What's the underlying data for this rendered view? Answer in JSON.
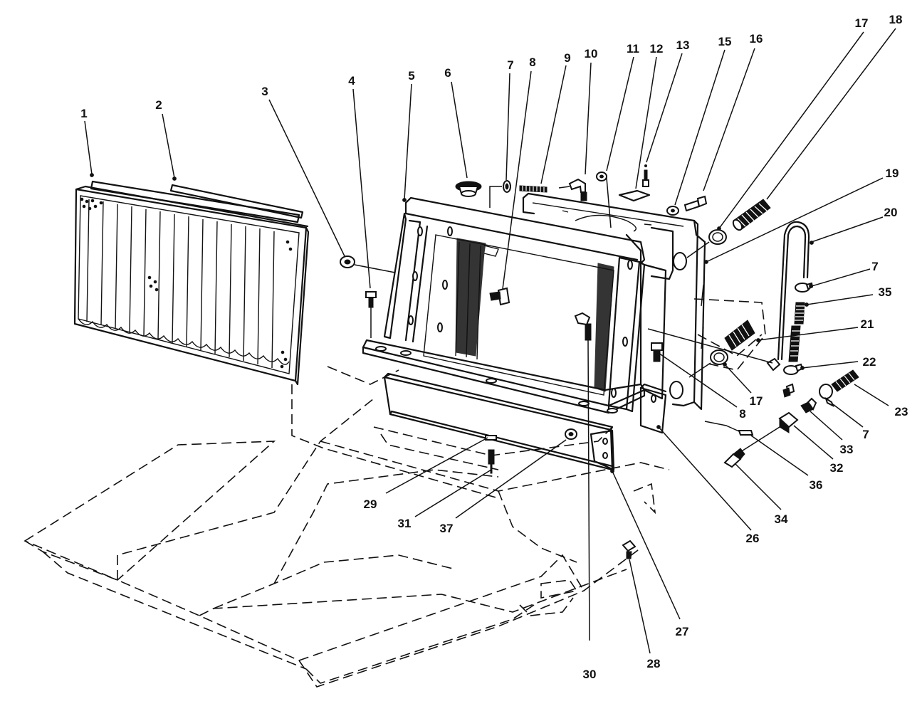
{
  "diagram": {
    "callouts": [
      {
        "id": "c1",
        "text": "1"
      },
      {
        "id": "c2",
        "text": "2"
      },
      {
        "id": "c3",
        "text": "3"
      },
      {
        "id": "c4",
        "text": "4"
      },
      {
        "id": "c5",
        "text": "5"
      },
      {
        "id": "c6",
        "text": "6"
      },
      {
        "id": "c7a",
        "text": "7"
      },
      {
        "id": "c8a",
        "text": "8"
      },
      {
        "id": "c9",
        "text": "9"
      },
      {
        "id": "c10",
        "text": "10"
      },
      {
        "id": "c11",
        "text": "11"
      },
      {
        "id": "c12",
        "text": "12"
      },
      {
        "id": "c13",
        "text": "13"
      },
      {
        "id": "c15",
        "text": "15"
      },
      {
        "id": "c16",
        "text": "16"
      },
      {
        "id": "c17a",
        "text": "17"
      },
      {
        "id": "c18",
        "text": "18"
      },
      {
        "id": "c19",
        "text": "19"
      },
      {
        "id": "c20",
        "text": "20"
      },
      {
        "id": "c7b",
        "text": "7"
      },
      {
        "id": "c35",
        "text": "35"
      },
      {
        "id": "c21",
        "text": "21"
      },
      {
        "id": "c22",
        "text": "22"
      },
      {
        "id": "c23",
        "text": "23"
      },
      {
        "id": "c7c",
        "text": "7"
      },
      {
        "id": "c33",
        "text": "33"
      },
      {
        "id": "c32",
        "text": "32"
      },
      {
        "id": "c17b",
        "text": "17"
      },
      {
        "id": "c8b",
        "text": "8"
      },
      {
        "id": "c36",
        "text": "36"
      },
      {
        "id": "c34",
        "text": "34"
      },
      {
        "id": "c26",
        "text": "26"
      },
      {
        "id": "c27",
        "text": "27"
      },
      {
        "id": "c28",
        "text": "28"
      },
      {
        "id": "c30",
        "text": "30"
      },
      {
        "id": "c29",
        "text": "29"
      },
      {
        "id": "c31",
        "text": "31"
      },
      {
        "id": "c37",
        "text": "37"
      }
    ]
  }
}
